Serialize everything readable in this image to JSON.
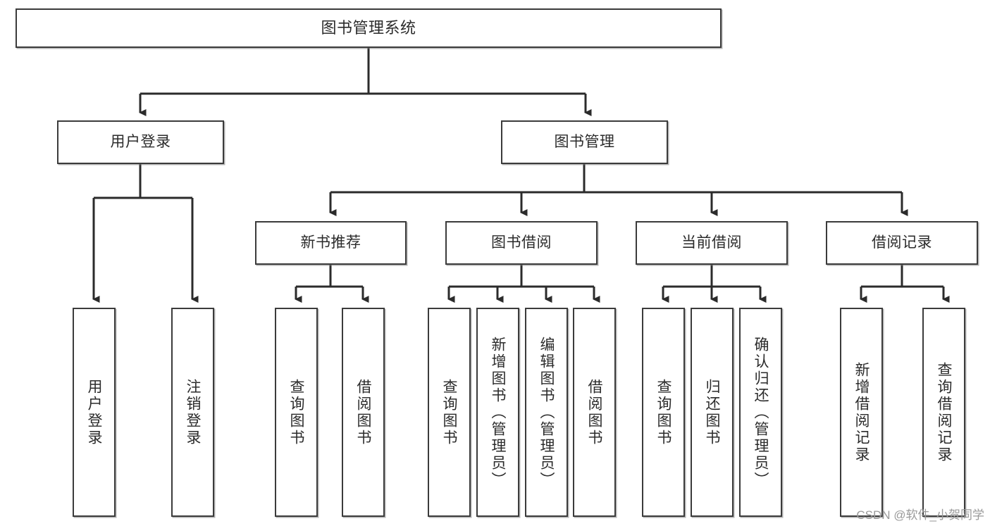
{
  "diagram": {
    "title": "图书管理系统",
    "type": "tree-hierarchy",
    "watermark": "CSDN @软件_小贺同学",
    "colors": {
      "box_border": "#3b3b3b",
      "box_fill": "#ffffff",
      "edge": "#2b2b2b",
      "text": "#2b2b2b",
      "watermark": "#9a9a9a"
    },
    "levels": {
      "level1": [
        {
          "id": "root",
          "label": "图书管理系统"
        }
      ],
      "level2": [
        {
          "id": "user-login",
          "label": "用户登录"
        },
        {
          "id": "book-management",
          "label": "图书管理"
        }
      ],
      "level3": [
        {
          "id": "new-book-recommend",
          "label": "新书推荐"
        },
        {
          "id": "book-borrow",
          "label": "图书借阅"
        },
        {
          "id": "current-borrow",
          "label": "当前借阅"
        },
        {
          "id": "borrow-record",
          "label": "借阅记录"
        }
      ],
      "leaves": [
        {
          "id": "leaf-user-login",
          "label": "用户登录",
          "parent": "user-login"
        },
        {
          "id": "leaf-logout-login",
          "label": "注销登录",
          "parent": "user-login"
        },
        {
          "id": "leaf-query-book-1",
          "label": "查询图书",
          "parent": "new-book-recommend"
        },
        {
          "id": "leaf-borrow-book-1",
          "label": "借阅图书",
          "parent": "new-book-recommend"
        },
        {
          "id": "leaf-query-book-2",
          "label": "查询图书",
          "parent": "book-borrow"
        },
        {
          "id": "leaf-add-book",
          "label": "新增图书（管理员）",
          "parent": "book-borrow"
        },
        {
          "id": "leaf-edit-book",
          "label": "编辑图书（管理员）",
          "parent": "book-borrow"
        },
        {
          "id": "leaf-borrow-book-2",
          "label": "借阅图书",
          "parent": "book-borrow"
        },
        {
          "id": "leaf-query-book-3",
          "label": "查询图书",
          "parent": "current-borrow"
        },
        {
          "id": "leaf-return-book",
          "label": "归还图书",
          "parent": "current-borrow"
        },
        {
          "id": "leaf-confirm-return",
          "label": "确认归还（管理员）",
          "parent": "current-borrow"
        },
        {
          "id": "leaf-add-record",
          "label": "新增借阅记录",
          "parent": "borrow-record"
        },
        {
          "id": "leaf-query-record",
          "label": "查询借阅记录",
          "parent": "borrow-record"
        }
      ]
    }
  }
}
